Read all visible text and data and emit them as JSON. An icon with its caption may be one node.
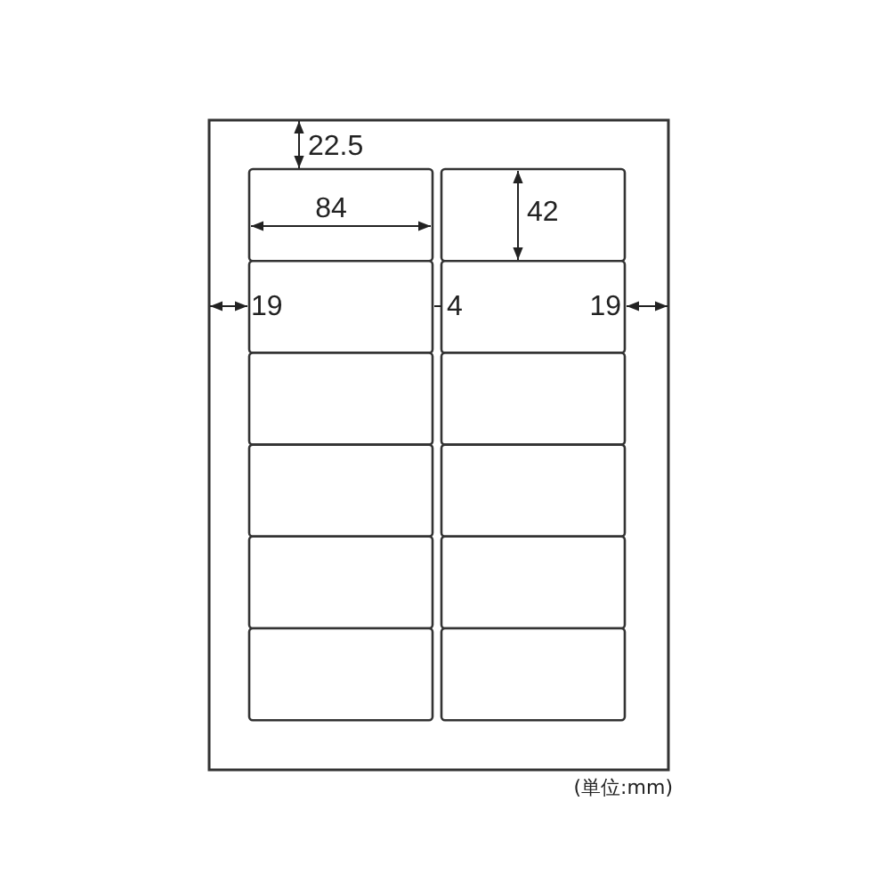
{
  "diagram": {
    "labels": [
      "22.5",
      "84",
      "42",
      "19",
      "4",
      "19",
      "(単位:mm)"
    ]
  }
}
